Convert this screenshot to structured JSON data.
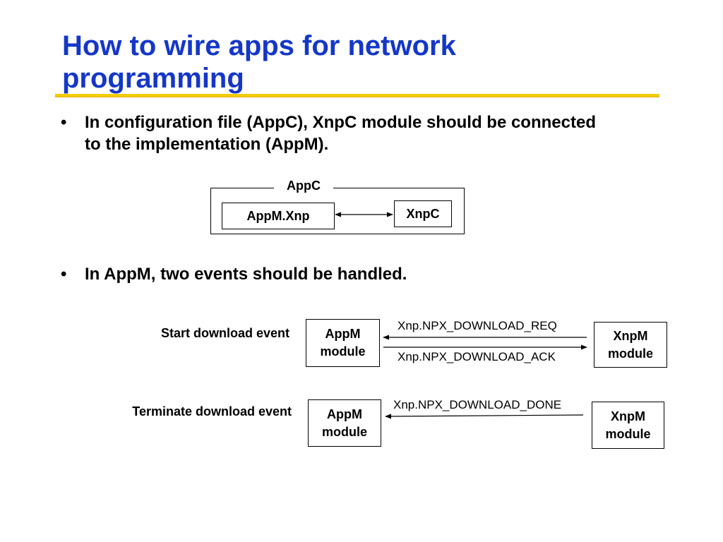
{
  "slide": {
    "title_line1": "How to wire apps for network",
    "title_line2": "programming",
    "bullet_char": "•",
    "bullet1": "In configuration file (AppC), XnpC module should be connected to the implementation (AppM).",
    "bullet2": "In AppM, two events should be handled."
  },
  "config_diagram": {
    "frame_label": "AppC",
    "left_box": "AppM.Xnp",
    "right_box": "XnpC"
  },
  "events": [
    {
      "label": "Start download event",
      "left_module_line1": "AppM",
      "left_module_line2": "module",
      "right_module_line1": "XnpM",
      "right_module_line2": "module",
      "messages": [
        "Xnp.NPX_DOWNLOAD_REQ",
        "Xnp.NPX_DOWNLOAD_ACK"
      ]
    },
    {
      "label": "Terminate download event",
      "left_module_line1": "AppM",
      "left_module_line2": "module",
      "right_module_line1": "XnpM",
      "right_module_line2": "module",
      "messages": [
        "Xnp.NPX_DOWNLOAD_DONE"
      ]
    }
  ],
  "colors": {
    "title": "#1537c8",
    "rule": "#f4cc00"
  }
}
